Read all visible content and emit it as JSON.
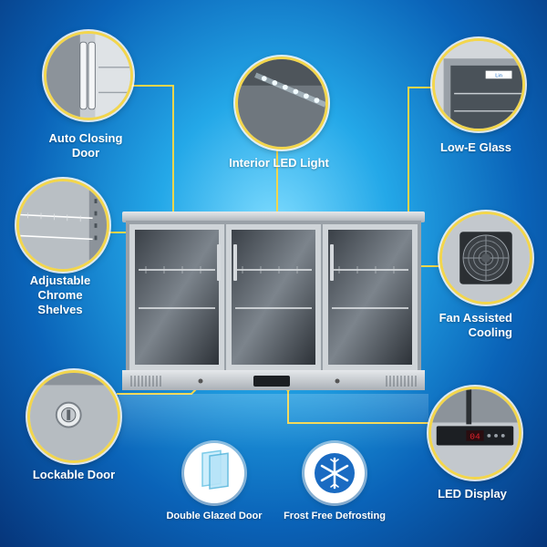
{
  "features": {
    "auto_closing_door": {
      "line1": "Auto Closing",
      "line2": "Door"
    },
    "interior_led_light": {
      "label": "Interior LED Light"
    },
    "low_e_glass": {
      "label": "Low-E Glass"
    },
    "adjustable_shelves": {
      "line1": "Adjustable",
      "line2": "Chrome",
      "line3": "Shelves"
    },
    "fan_cooling": {
      "line1": "Fan Assisted",
      "line2": "Cooling"
    },
    "lockable_door": {
      "label": "Lockable Door"
    },
    "led_display": {
      "label": "LED Display",
      "readout": "04"
    },
    "double_glazed_door": {
      "label": "Double Glazed Door"
    },
    "frost_free": {
      "label": "Frost Free Defrosting"
    }
  },
  "brand": {
    "badge": "Lin"
  },
  "colors": {
    "accent": "#f3d64c",
    "background": "#0a63b8",
    "steel": "#c9ced3",
    "display": "#e0202a"
  },
  "icons": {
    "double_glazed_door": "glass-panes-icon",
    "frost_free": "snowflake-icon"
  }
}
